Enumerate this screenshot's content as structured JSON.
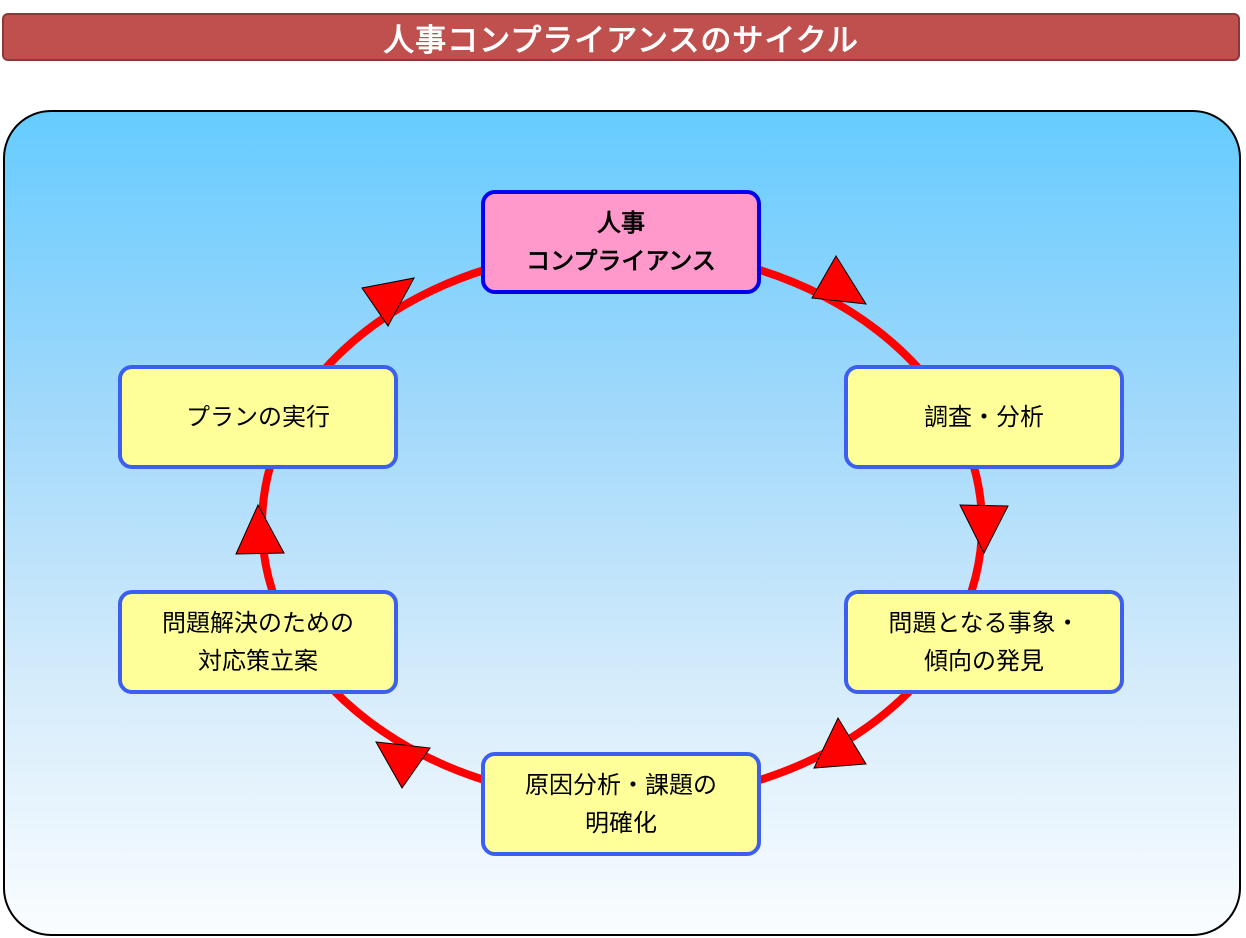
{
  "title": "人事コンプライアンスのサイクル",
  "cycle": {
    "nodes": [
      {
        "lines": [
          "人事",
          "コンプライアンス"
        ]
      },
      {
        "lines": [
          "調査・分析"
        ]
      },
      {
        "lines": [
          "問題となる事象・",
          "傾向の発見"
        ]
      },
      {
        "lines": [
          "原因分析・課題の",
          "明確化"
        ]
      },
      {
        "lines": [
          "問題解決のための",
          "対応策立案"
        ]
      },
      {
        "lines": [
          "プランの実行"
        ]
      }
    ]
  },
  "colors": {
    "title_bar": "#c0504d",
    "ring": "#ff0000",
    "node_fill": "#ffff99",
    "node_border": "#3d5ff0",
    "top_node_fill": "#ff99cc",
    "top_node_border": "#0000ee"
  }
}
